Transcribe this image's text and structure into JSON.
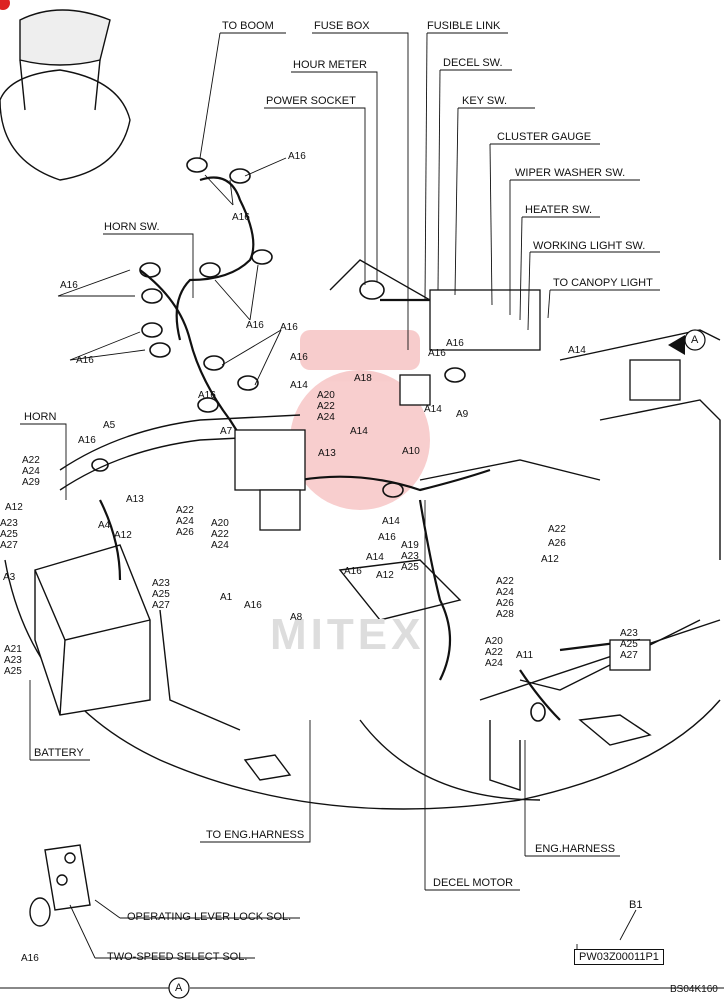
{
  "callouts_top": {
    "to_boom": "TO BOOM",
    "fuse_box": "FUSE BOX",
    "fusible_link": "FUSIBLE LINK",
    "hour_meter": "HOUR METER",
    "decel_sw": "DECEL SW.",
    "power_socket": "POWER SOCKET",
    "key_sw": "KEY SW.",
    "cluster_gauge": "CLUSTER GAUGE",
    "wiper_washer_sw": "WIPER WASHER SW.",
    "heater_sw": "HEATER SW.",
    "working_light_sw": "WORKING LIGHT SW.",
    "to_canopy_light": "TO CANOPY LIGHT",
    "horn_sw": "HORN SW.",
    "horn": "HORN"
  },
  "callouts_bottom": {
    "battery": "BATTERY",
    "to_eng_harness": "TO ENG.HARNESS",
    "eng_harness": "ENG.HARNESS",
    "decel_motor": "DECEL MOTOR",
    "operating_lever_lock_sol": "OPERATING LEVER LOCK SOL.",
    "two_speed_select_sol": "TWO-SPEED SELECT SOL."
  },
  "view_marker": "A",
  "part_no": "PW03Z00011P1",
  "sheet_ref": "B1",
  "drawing_code": "BS04K160",
  "watermark": "MITEX",
  "refs": {
    "a16": "A16",
    "a14": "A14",
    "a18": "A18",
    "a20": "A20",
    "a22": "A22",
    "a24": "A24",
    "a26": "A26",
    "a28": "A28",
    "a13": "A13",
    "a12": "A12",
    "a10": "A10",
    "a9": "A9",
    "a8": "A8",
    "a7": "A7",
    "a5": "A5",
    "a4": "A4",
    "a3": "A3",
    "a1": "A1",
    "a11": "A11",
    "a19": "A19",
    "a23": "A23",
    "a25": "A25",
    "a27": "A27",
    "a21": "A21",
    "a29": "A29"
  }
}
